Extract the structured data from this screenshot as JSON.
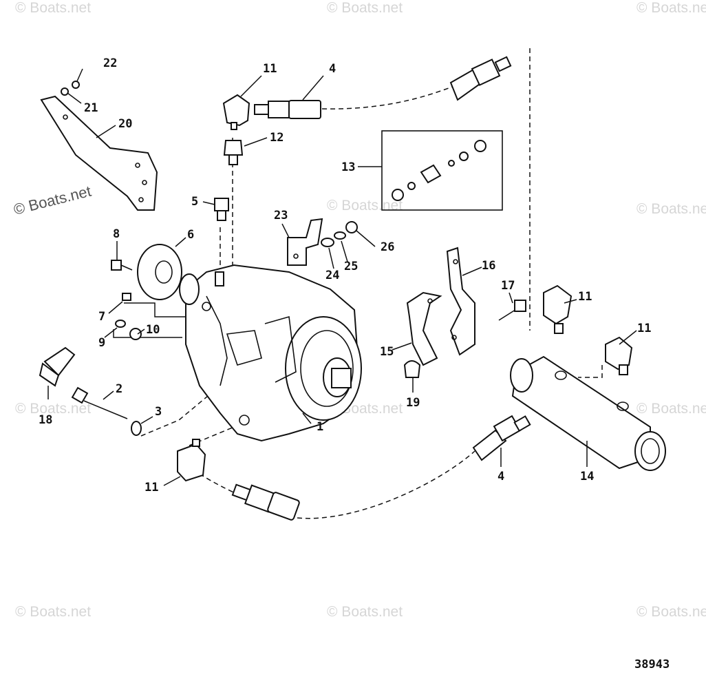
{
  "watermark": {
    "text": "© Boats.net"
  },
  "drawing_number": "38943",
  "callouts": {
    "c1": "1",
    "c2": "2",
    "c3": "3",
    "c4a": "4",
    "c4b": "4",
    "c5": "5",
    "c6": "6",
    "c7": "7",
    "c8": "8",
    "c9": "9",
    "c10": "10",
    "c11a": "11",
    "c11b": "11",
    "c11c": "11",
    "c11d": "11",
    "c12": "12",
    "c13": "13",
    "c14": "14",
    "c15": "15",
    "c16": "16",
    "c17": "17",
    "c18": "18",
    "c19": "19",
    "c20": "20",
    "c21": "21",
    "c22": "22",
    "c23": "23",
    "c24": "24",
    "c25": "25",
    "c26": "26"
  }
}
